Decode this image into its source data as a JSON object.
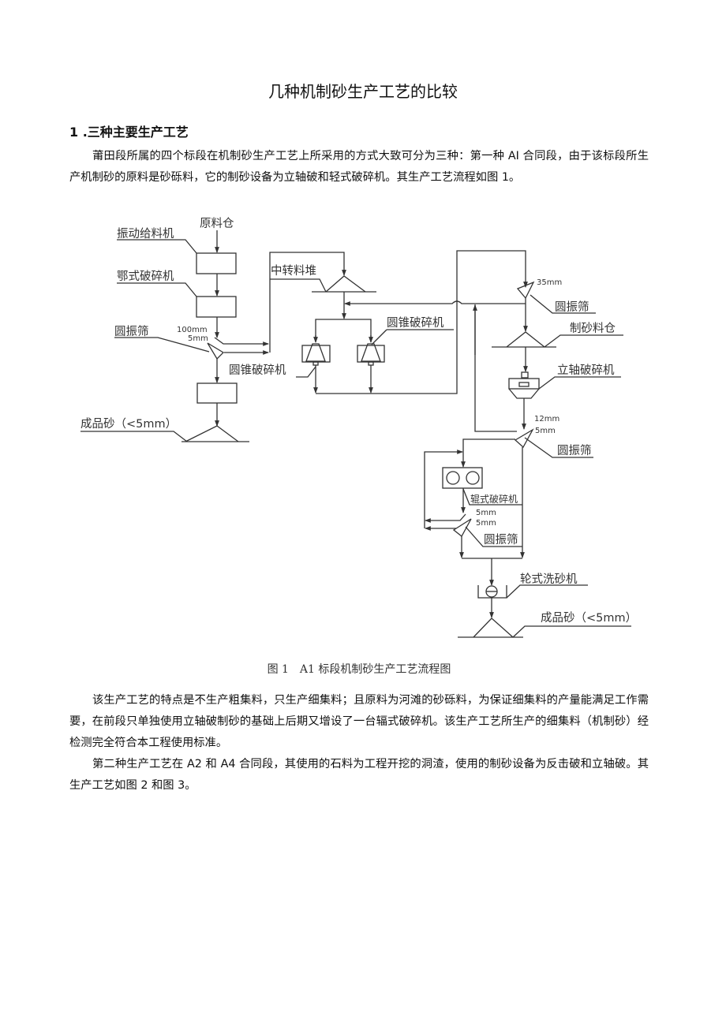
{
  "title": "几种机制砂生产工艺的比较",
  "section_heading": "1 .三种主要生产工艺",
  "paragraphs": [
    "莆田段所属的四个标段在机制砂生产工艺上所采用的方式大致可分为三种：第一种 AI 合同段，由于该标段所生产机制砂的原料是砂砾料，它的制砂设备为立轴破和轻式破碎机。其生产工艺流程如图 1。",
    "该生产工艺的特点是不生产粗集料，只生产细集料；且原料为河滩的砂砾料，为保证细集料的产量能满足工作需要，在前段只单独使用立轴破制砂的基础上后期又增设了一台辐式破碎机。该生产工艺所生产的细集料（机制砂）经检测完全符合本工程使用标准。",
    "第二种生产工艺在 A2 和 A4 合同段，其使用的石料为工程开挖的洞渣，使用的制砂设备为反击破和立轴破。其生产工艺如图 2 和图 3。"
  ],
  "figure": {
    "caption": "图 1　A1 标段机制砂生产工艺流程图",
    "labels": {
      "raw_bin": "原料仓",
      "vibrating_feeder": "振动给料机",
      "jaw_crusher": "鄂式破碎机",
      "screen_1": "圆振筛",
      "screen_1_top": "100mm",
      "screen_1_bottom": "5mm",
      "transfer_pile": "中转料堆",
      "cone_crusher_a": "圆锥破碎机",
      "cone_crusher_b": "圆锥破碎机",
      "product_left": "成品砂（<5mm）",
      "screen_2_size": "35mm",
      "screen_2": "圆振筛",
      "sand_bin": "制砂料仓",
      "vsi_crusher": "立轴破碎机",
      "screen_3_top": "12mm",
      "screen_3_bottom": "5mm",
      "screen_3": "圆振筛",
      "roller_crusher": "辊式破碎机",
      "screen_4_top": "5mm",
      "screen_4_bottom": "5mm",
      "screen_4": "圆振筛",
      "wheel_washer": "轮式洗砂机",
      "product_right": "成品砂（<5mm）"
    }
  }
}
